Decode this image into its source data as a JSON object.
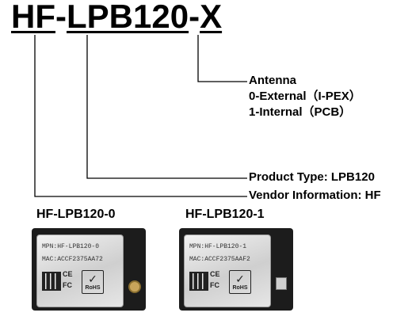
{
  "title": {
    "vendor": "HF",
    "dash1": "-",
    "product": "LPB120",
    "dash2": "-",
    "option": "X"
  },
  "antenna": {
    "heading": "Antenna",
    "external": "0-External（I-PEX）",
    "internal": "1-Internal（PCB）"
  },
  "product_type_label": "Product Type: LPB120",
  "vendor_info_label": "Vendor Information: HF",
  "modules": [
    {
      "name": "HF-LPB120-0",
      "mpn": "MPN:HF-LPB120-0",
      "mac": "MAC:ACCF2375AA72",
      "antenna_icon": "ipex-connector-icon"
    },
    {
      "name": "HF-LPB120-1",
      "mpn": "MPN:HF-LPB120-1",
      "mac": "MAC:ACCF2375AAF2",
      "antenna_icon": "pcb-antenna-icon"
    }
  ],
  "marks": {
    "ce": "CE",
    "fc": "FC",
    "rohs": "RoHS"
  }
}
